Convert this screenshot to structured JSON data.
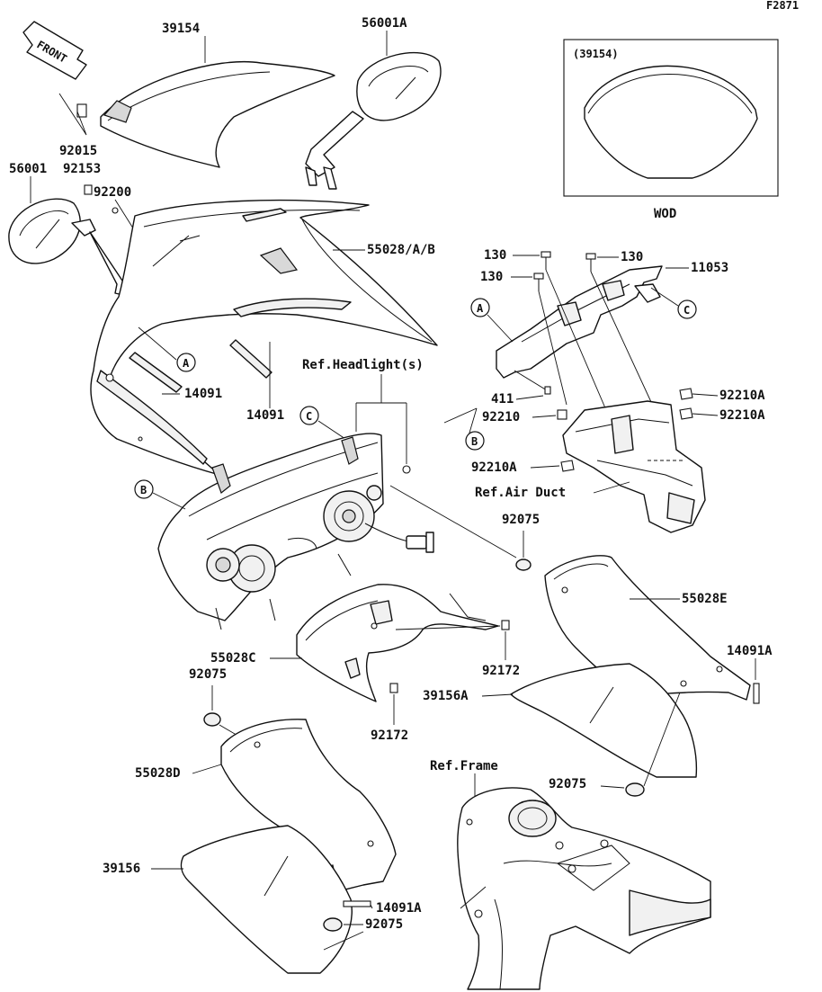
{
  "figure_code": "F2871",
  "front_arrow_label": "FRONT",
  "inset": {
    "title": "(39154)",
    "caption": "WOD"
  },
  "refs": {
    "headlight": "Ref.Headlight(s)",
    "air_duct": "Ref.Air Duct",
    "frame": "Ref.Frame"
  },
  "callouts": {
    "a": "A",
    "b": "B",
    "c": "C"
  },
  "parts": {
    "p39154": "39154",
    "p56001a": "56001A",
    "p92015": "92015",
    "p56001": "56001",
    "p92153": "92153",
    "p92200": "92200",
    "p55028ab": "55028/A/B",
    "p14091_l": "14091",
    "p14091_c": "14091",
    "p130_a": "130",
    "p130_b": "130",
    "p130_c": "130",
    "p11053": "11053",
    "p411": "411",
    "p92210": "92210",
    "p92210a_1": "92210A",
    "p92210a_2": "92210A",
    "p92210a_3": "92210A",
    "p92075_1": "92075",
    "p55028e": "55028E",
    "p14091a_r": "14091A",
    "p55028c": "55028C",
    "p92172_1": "92172",
    "p92172_2": "92172",
    "p39156a": "39156A",
    "p92075_2": "92075",
    "p55028d": "55028D",
    "p92075_3": "92075",
    "p39156": "39156",
    "p14091a_b": "14091A",
    "p92075_4": "92075"
  }
}
